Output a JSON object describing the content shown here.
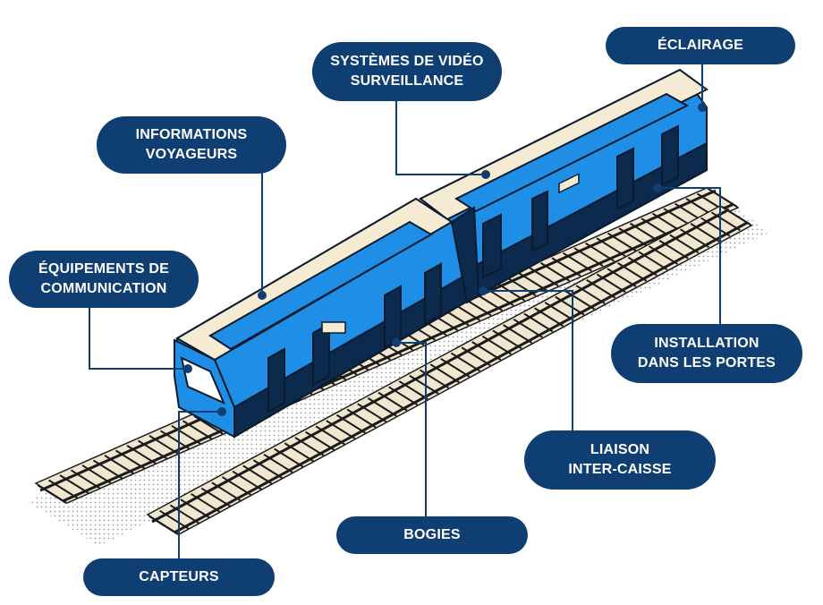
{
  "diagram": {
    "labels": {
      "video": [
        "SYSTÈMES DE VIDÉO",
        "SURVEILLANCE"
      ],
      "eclairage": [
        "ÉCLAIRAGE"
      ],
      "informations": [
        "INFORMATIONS",
        "VOYAGEURS"
      ],
      "communication": [
        "ÉQUIPEMENTS DE",
        "COMMUNICATION"
      ],
      "portes": [
        "INSTALLATION",
        "DANS LES PORTES"
      ],
      "liaison": [
        "LIAISON",
        "INTER-CAISSE"
      ],
      "bogies": [
        "BOGIES"
      ],
      "capteurs": [
        "CAPTEURS"
      ]
    },
    "colors": {
      "label_bg": "#0e3e72",
      "train_blue": "#1f8ee6",
      "train_dark": "#0b2a4d",
      "cream": "#f5ead2",
      "rail": "#1b1b1b"
    }
  }
}
